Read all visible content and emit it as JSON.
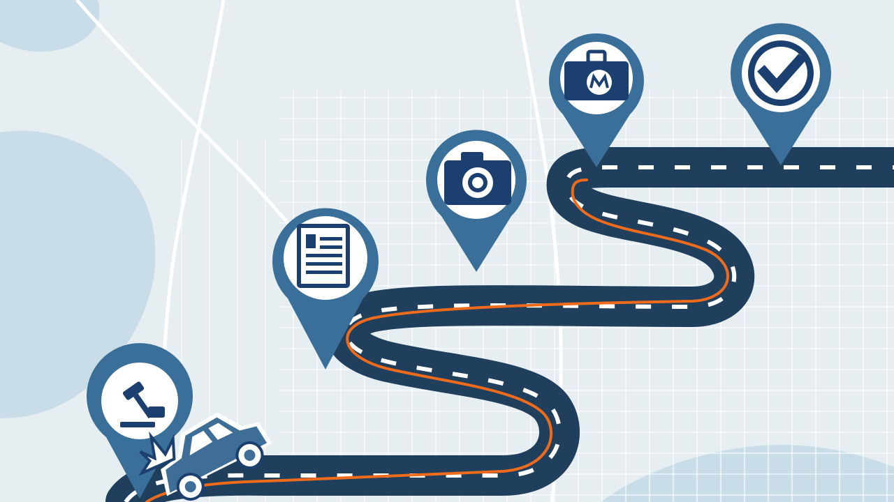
{
  "colors": {
    "background": "#e6eef2",
    "water": "#c9dde8",
    "street": "#ffffff",
    "road": "#1f3f5d",
    "road_edge": "#2b4e6e",
    "dash": "#ffffff",
    "route": "#ef6b1c",
    "pin": "#3a6f99",
    "pin_inner": "#ffffff",
    "icon": "#1b3f6e",
    "car": "#3e6e98"
  },
  "milestones": [
    {
      "order": 1,
      "icon": "gavel-icon"
    },
    {
      "order": 2,
      "icon": "document-icon"
    },
    {
      "order": 3,
      "icon": "camera-icon"
    },
    {
      "order": 4,
      "icon": "medical-bag-icon"
    },
    {
      "order": 5,
      "icon": "checkmark-icon"
    }
  ],
  "vehicle": {
    "icon": "crashed-car-icon"
  }
}
